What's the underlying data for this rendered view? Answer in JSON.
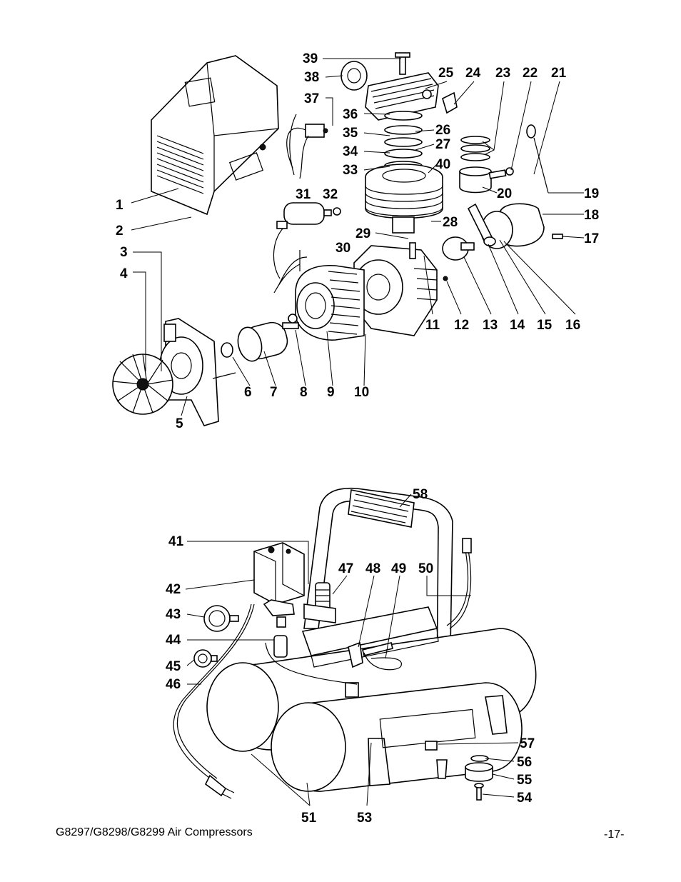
{
  "callouts": [
    "1",
    "2",
    "3",
    "4",
    "5",
    "6",
    "7",
    "8",
    "9",
    "10",
    "11",
    "12",
    "13",
    "14",
    "15",
    "16",
    "17",
    "18",
    "19",
    "20",
    "21",
    "22",
    "23",
    "24",
    "25",
    "26",
    "27",
    "28",
    "29",
    "30",
    "31",
    "32",
    "33",
    "34",
    "35",
    "36",
    "37",
    "38",
    "39",
    "40",
    "41",
    "42",
    "43",
    "44",
    "45",
    "46",
    "47",
    "48",
    "49",
    "50",
    "51",
    "53",
    "54",
    "55",
    "56",
    "57",
    "58"
  ],
  "footer": {
    "model_text": "G8297/G8298/G8299 Air Compressors",
    "page_number": "-17-"
  }
}
